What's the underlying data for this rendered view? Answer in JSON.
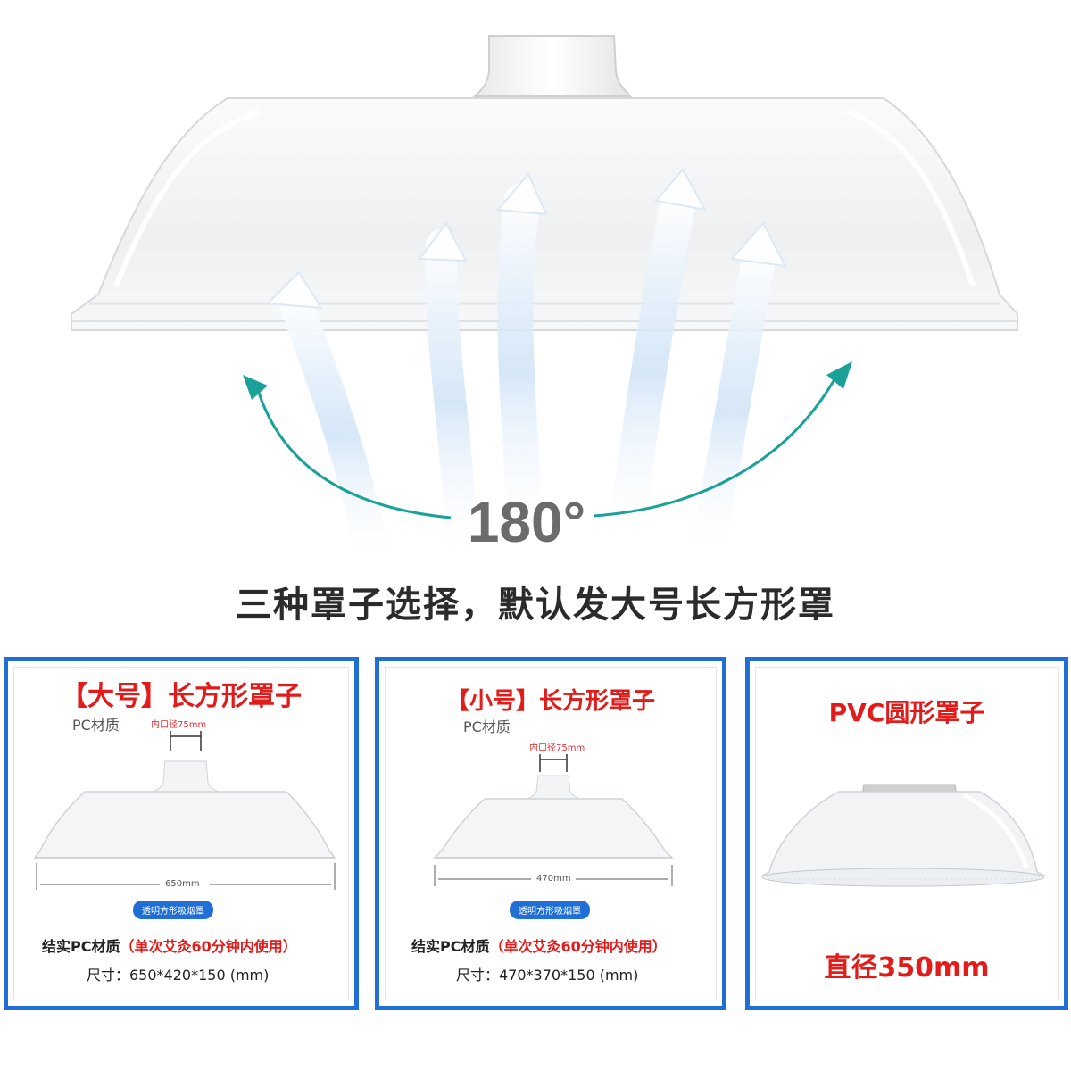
{
  "hero": {
    "angle_label": "180°",
    "headline": "三种罩子选择，默认发大号长方形罩"
  },
  "colors": {
    "card_border": "#1f6fd6",
    "title_red": "#e21b1b",
    "arc_teal": "#1aa19a",
    "airflow_blue": "#cfe3f7"
  },
  "options": [
    {
      "title": "【大号】长方形罩子",
      "material": "PC材质",
      "inner_diameter": "内口径75mm",
      "width_label": "650mm",
      "badge": "透明方形吸烟罩",
      "spec_line1_black": "结实PC材质",
      "spec_line1_red": "（单次艾灸60分钟内使用）",
      "spec_line2": "尺寸：650*420*150 (mm)"
    },
    {
      "title": "【小号】长方形罩子",
      "material": "PC材质",
      "inner_diameter": "内口径75mm",
      "width_label": "470mm",
      "badge": "透明方形吸烟罩",
      "spec_line1_black": "结实PC材质",
      "spec_line1_red": "（单次艾灸60分钟内使用）",
      "spec_line2": "尺寸：470*370*150 (mm)"
    },
    {
      "title": "PVC圆形罩子",
      "diameter": "直径350mm"
    }
  ]
}
